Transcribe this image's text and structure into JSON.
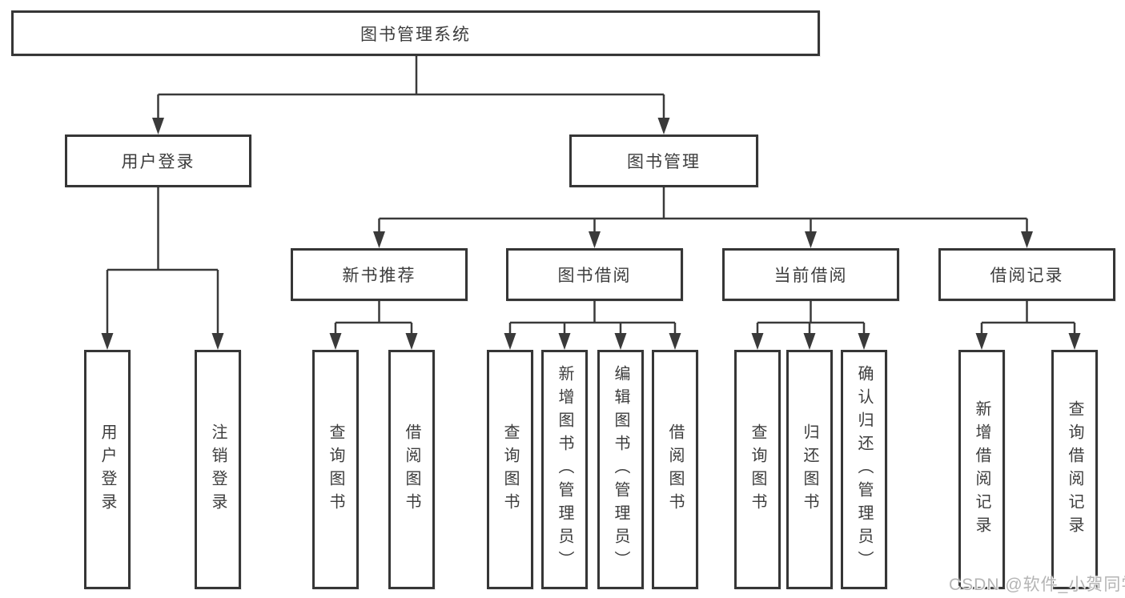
{
  "diagram": {
    "title": "图书管理系统",
    "level1": [
      {
        "label": "用户登录"
      },
      {
        "label": "图书管理"
      }
    ],
    "level2": [
      {
        "label": "新书推荐"
      },
      {
        "label": "图书借阅"
      },
      {
        "label": "当前借阅"
      },
      {
        "label": "借阅记录"
      }
    ],
    "leaves": {
      "login": [
        "用户登录",
        "注销登录"
      ],
      "recommend": [
        "查询图书",
        "借阅图书"
      ],
      "borrow": [
        "查询图书",
        "新增图书（管理员）",
        "编辑图书（管理员）",
        "借阅图书"
      ],
      "current": [
        "查询图书",
        "归还图书",
        "确认归还（管理员）"
      ],
      "records": [
        "新增借阅记录",
        "查询借阅记录"
      ]
    },
    "colors": {
      "line": "#3a3a3a",
      "text": "#3d3d3d",
      "box_background": "#ffffff"
    }
  },
  "watermark": {
    "text": "CSDN @软件_小贺同学",
    "color": "#b4b4b4"
  }
}
